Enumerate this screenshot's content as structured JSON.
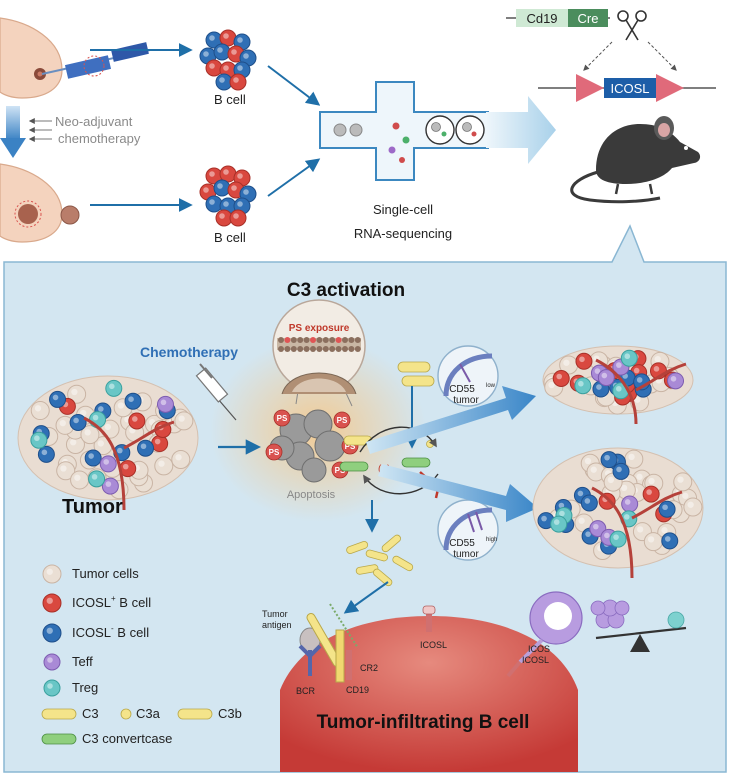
{
  "top": {
    "neo_adjuvant": "Neo-adjuvant",
    "chemotherapy": "chemotherapy",
    "b_cell_top": "B cell",
    "b_cell_bottom": "B cell",
    "single_cell": "Single-cell",
    "rna_seq": "RNA-sequencing",
    "cd19": "Cd19",
    "cre": "Cre",
    "icosl_construct": "ICOSL"
  },
  "panel": {
    "title": "C3 activation",
    "chemotherapy": "Chemotherapy",
    "ps_exposure": "PS exposure",
    "ps": "PS",
    "apoptosis": "Apoptosis",
    "plus": "(+)",
    "cd55_low": "CD55",
    "low_sup": "low",
    "cd55_high": "CD55",
    "high_sup": "high",
    "tumor_word": "tumor",
    "tumor_label": "Tumor",
    "tumor_antigen_1": "Tumor",
    "tumor_antigen_2": "antigen",
    "bcr": "BCR",
    "cr2": "CR2",
    "cd19": "CD19",
    "icosl_1": "ICOSL",
    "icos": "ICOS",
    "icosl_2": "ICOSL",
    "tib_title": "Tumor-infiltrating B cell"
  },
  "legend": {
    "tumor_cells": "Tumor cells",
    "icosl_pos": "ICOSL",
    "pos_sup": "+",
    "icosl_neg": "ICOSL",
    "neg_sup": "-",
    "b_cell_suffix": " B cell",
    "teff": "Teff",
    "treg": "Treg",
    "c3": "C3",
    "c3a": "C3a",
    "c3b": "C3b",
    "c3_convertase": "C3 convertcase"
  },
  "colors": {
    "panel_bg": "#cfe3ef",
    "arrow": "#1f6fa8",
    "icosl_pos": "#d9483f",
    "icosl_neg": "#2f6fb5",
    "teff": "#a98ad6",
    "treg": "#69c6c6",
    "c3": "#f4e48a",
    "convertase": "#8fcf7e",
    "tib": "#c73a3a"
  }
}
